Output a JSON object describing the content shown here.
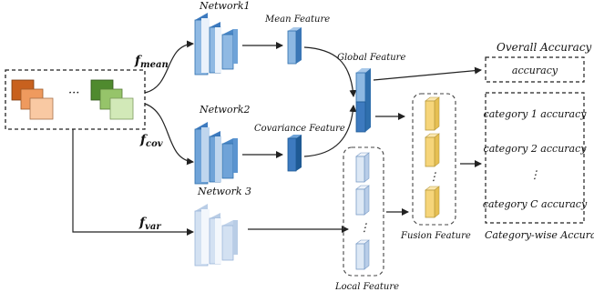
{
  "networks": {
    "net1": "Network1",
    "net2": "Network2",
    "net3": "Network 3"
  },
  "inputs": {
    "f_mean": {
      "sym": "f",
      "sub": "mean"
    },
    "f_cov": {
      "sym": "f",
      "sub": "cov"
    },
    "f_var": {
      "sym": "f",
      "sub": "var"
    },
    "ellipsis": "···"
  },
  "features": {
    "mean": "Mean Feature",
    "covariance": "Covariance Feature",
    "global": "Global Feature",
    "local": "Local Feature",
    "fusion": "Fusion Feature"
  },
  "outputs": {
    "overall_title": "Overall Accuracy",
    "overall_value": "accuracy",
    "category_items": [
      "category 1 accuracy",
      "category 2 accuracy",
      "⋮",
      "category C accuracy"
    ],
    "category_title": "Category-wise Accuracy"
  },
  "colors": {
    "orange_dark": "#c8611e",
    "orange_mid": "#ef9a5e",
    "orange_light": "#f9c9a3",
    "green_dark": "#4f8a2e",
    "green_mid": "#96c46a",
    "green_light": "#d2e9b8",
    "blue_dark": "#2f6fad",
    "blue_mid": "#6fa3d8",
    "blue_light": "#c7dbef",
    "pale_blue": "#dbe6f3",
    "yellow": "#f6d57a"
  }
}
